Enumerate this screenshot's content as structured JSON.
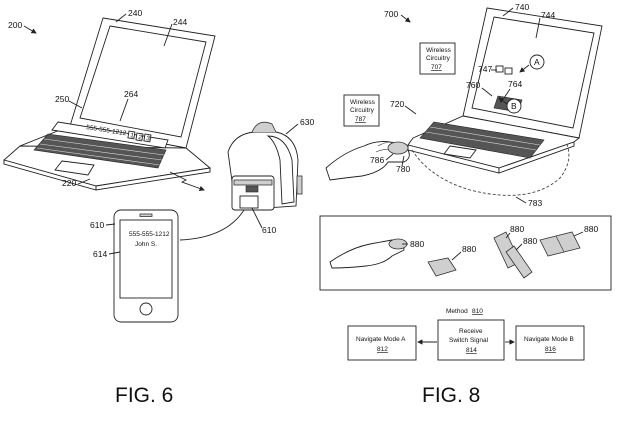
{
  "fig6": {
    "caption": "FIG. 6",
    "ref_200": "200",
    "ref_240": "240",
    "ref_244": "244",
    "ref_250": "250",
    "ref_264": "264",
    "ref_220": "220",
    "ref_630": "630",
    "ref_610_phone": "610",
    "ref_610_bag": "610",
    "ref_614": "614",
    "laptop_strip_number": "555-555-1212",
    "laptop_strip_keys": [
      "1",
      "2",
      "3"
    ],
    "phone_number": "555-555-1212",
    "phone_name": "John S."
  },
  "fig8": {
    "caption": "FIG. 8",
    "ref_700": "700",
    "ref_740": "740",
    "ref_744": "744",
    "ref_747": "747",
    "ref_760": "760",
    "ref_764": "764",
    "ref_720": "720",
    "ref_786": "786",
    "ref_780": "780",
    "ref_783": "783",
    "ref_880_hand": "880",
    "ref_880_a": "880",
    "ref_880_b": "880",
    "ref_880_c": "880",
    "ref_880_d": "880",
    "marker_a": "A",
    "marker_b": "B",
    "wireless_top": {
      "line1": "Wireless",
      "line2": "Circuitry",
      "ref": "707"
    },
    "wireless_left": {
      "line1": "Wireless",
      "line2": "Circuitry",
      "ref": "787"
    },
    "method": {
      "label": "Method",
      "ref": "810"
    },
    "navigate_a": {
      "line1": "Navigate Mode A",
      "ref": "812"
    },
    "receive": {
      "line1": "Receive",
      "line2": "Switch Signal",
      "ref": "814"
    },
    "navigate_b": {
      "line1": "Navigate Mode B",
      "ref": "816"
    }
  }
}
